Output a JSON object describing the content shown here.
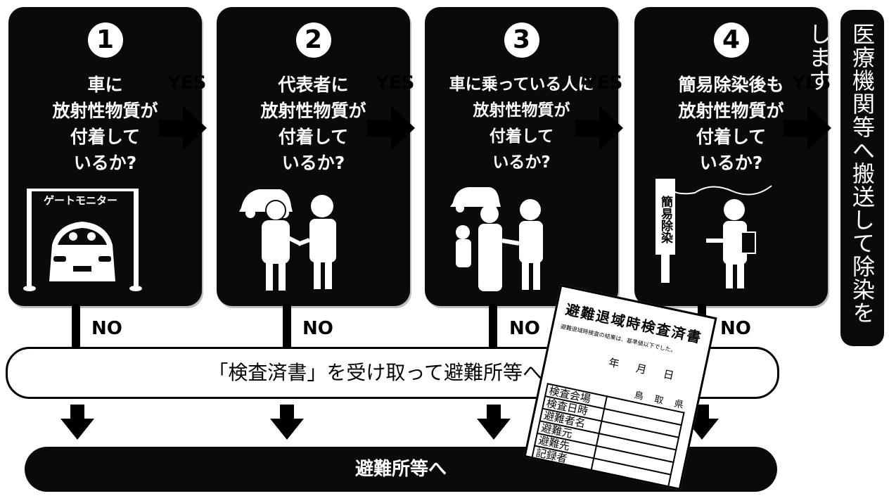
{
  "steps": [
    {
      "num": "1",
      "question": "車に\n放射性物質が\n付着して\nいるか?"
    },
    {
      "num": "2",
      "question": "代表者に\n放射性物質が\n付着して\nいるか?"
    },
    {
      "num": "3",
      "question": "車に乗っている人に\n放射性物質が\n付着して\nいるか?"
    },
    {
      "num": "4",
      "question": "簡易除染後も\n放射性物質が\n付着して\nいるか?"
    }
  ],
  "gate_monitor_label": "ゲートモニター",
  "signboard_label": "簡易除染",
  "yes_label": "YES",
  "no_label": "NO",
  "outcome_text": "医療機関等へ搬送して除染をします",
  "receipt_bar_text": "「検査済書」を受け取って避難所等へ",
  "final_text": "避難所等へ",
  "certificate": {
    "title": "避難退域時検査済書",
    "note": "避難退域時検査の結果は、基準値以下でした。",
    "date_line": "年 月 日",
    "prefecture": "鳥 取 県",
    "rows": [
      "検査会場",
      "検査日時",
      "避難者名",
      "避難元",
      "避難先",
      "記録者"
    ]
  },
  "colors": {
    "panel": "#0a0a0a",
    "text_on_panel": "#ffffff",
    "background": "#ffffff"
  }
}
